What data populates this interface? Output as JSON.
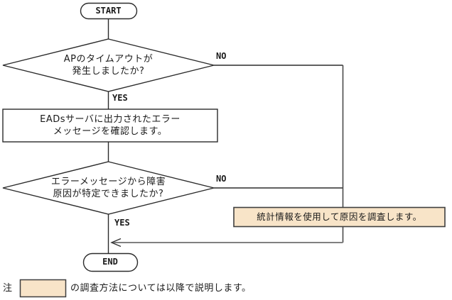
{
  "flowchart": {
    "start_label": "START",
    "end_label": "END",
    "decision1": {
      "line1": "APのタイムアウトが",
      "line2": "発生しましたか?",
      "no_label": "NO",
      "yes_label": "YES"
    },
    "process1": {
      "line1": "EADsサーバに出力されたエラー",
      "line2": "メッセージを確認します。"
    },
    "decision2": {
      "line1": "エラーメッセージから障害",
      "line2": "原因が特定できましたか?",
      "no_label": "NO",
      "yes_label": "YES"
    },
    "callout": {
      "text": "統計情報を使用して原因を調査します。"
    },
    "note": {
      "prefix": "注",
      "text": "の調査方法については以降で説明します。"
    }
  },
  "colors": {
    "line": "#2b2b2b",
    "gray_line": "#808080",
    "shape_fill": "#ffffff",
    "highlight_fill": "#F8E4C8",
    "highlight_border": "#3f3f3f",
    "text": "#1a1a1a",
    "background": "#ffffff"
  }
}
